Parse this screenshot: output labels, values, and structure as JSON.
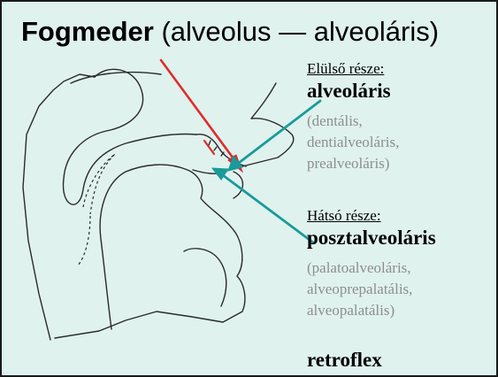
{
  "title": {
    "bold": "Fogmeder",
    "rest": " (alveolus — alveoláris)"
  },
  "front": {
    "heading": "Elülső része:",
    "term": "alveoláris",
    "synonyms": [
      "(dentális,",
      "dentialveoláris,",
      "prealveoláris)"
    ]
  },
  "back": {
    "heading": "Hátsó része:",
    "term": "posztalveoláris",
    "synonyms": [
      "(palatoalveoláris,",
      "alveoprepalatális,",
      "alveopalatális)"
    ]
  },
  "extra": {
    "term": "retroflex"
  },
  "colors": {
    "background": "#dff2ee",
    "red_arrow": "#e02b2b",
    "teal_arrow": "#1a9a9a",
    "outline": "#2a2a2a"
  }
}
